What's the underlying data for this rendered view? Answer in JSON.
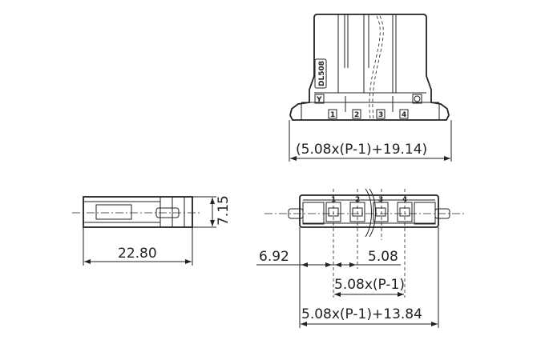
{
  "front_view": {
    "model_label": "DL508",
    "marker_y": "Y",
    "pin_numbers": [
      "1",
      "2",
      "3",
      "4"
    ],
    "width_dimension": "(5.08x(P-1)+19.14)"
  },
  "side_view": {
    "length_dimension": "22.80",
    "height_dimension": "7.15"
  },
  "bottom_view": {
    "pin_numbers": [
      "1",
      "2",
      "3",
      "4"
    ],
    "offset_dimension": "6.92",
    "pitch_dimension": "5.08",
    "span_dimension": "5.08x(P-1)",
    "total_dimension": "5.08x(P-1)+13.84"
  }
}
